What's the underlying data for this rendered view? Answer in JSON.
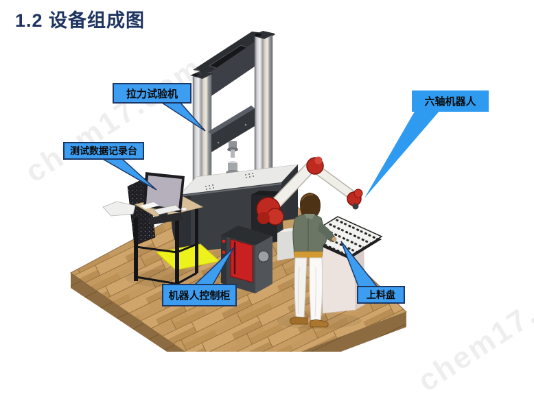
{
  "page": {
    "title": "1.2 设备组成图",
    "title_color": "#1f3460",
    "background": "#ffffff"
  },
  "watermark": {
    "text": "chem17.com"
  },
  "callouts": {
    "tensile_machine": {
      "label": "拉力试验机"
    },
    "data_recorder": {
      "label": "测试数据记录台"
    },
    "six_axis_robot": {
      "label": "六轴机器人"
    },
    "robot_cabinet": {
      "label": "机器人控制柜"
    },
    "loading_tray": {
      "label": "上料盘"
    }
  },
  "colors": {
    "callout_fill": "#3d9ef1",
    "callout_border": "#1b3766",
    "robot_red": "#bf2a20",
    "cabinet_red": "#c92121",
    "floor_wood": "#c49a5f",
    "safety_mat_yellow": "#edf11c",
    "machine_frame_dark": "#3a3d42"
  }
}
